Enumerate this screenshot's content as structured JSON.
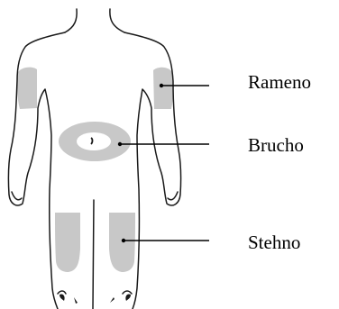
{
  "labels": {
    "arm": "Rameno",
    "belly": "Brucho",
    "thigh": "Stehno"
  },
  "colors": {
    "outline": "#1a1a1a",
    "zone": "#c8c8c8",
    "leader": "#000000",
    "text": "#000000"
  }
}
